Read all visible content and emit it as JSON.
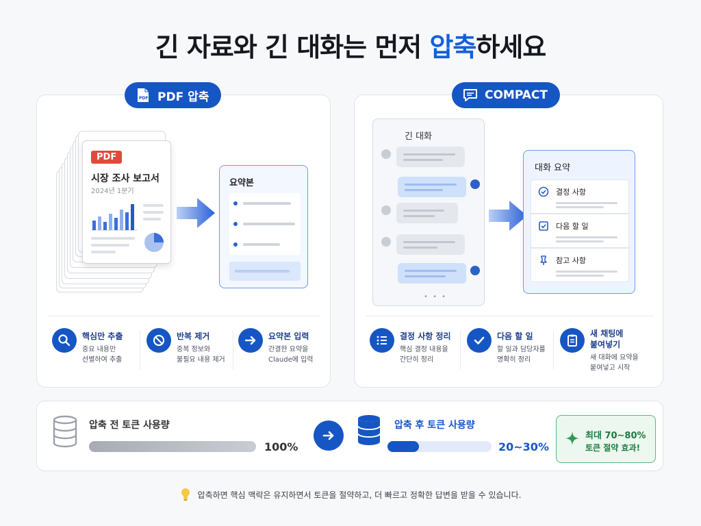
{
  "title": {
    "prefix": "긴 자료와 긴 대화는 먼저 ",
    "accent": "압축",
    "suffix": "하세요"
  },
  "colors": {
    "accent": "#1460d8",
    "pill": "#1656c4",
    "pdf_tag": "#e04a3a",
    "success": "#1e7a3f"
  },
  "pdf_panel": {
    "pill_label": "PDF 압축",
    "pill_icon": "pdf-file-icon",
    "doc": {
      "tag": "PDF",
      "title": "시장 조사 보고서",
      "subtitle": "2024년 1분기"
    },
    "summary_title": "요약본",
    "features": [
      {
        "icon": "search-icon",
        "title": "핵심만 추출",
        "desc1": "중요 내용만",
        "desc2": "선별하여 추출"
      },
      {
        "icon": "ban-icon",
        "title": "반복 제거",
        "desc1": "중복 정보와",
        "desc2": "불필요 내용 제거"
      },
      {
        "icon": "arrow-right-icon",
        "title": "요약본 입력",
        "desc1": "간결한 요약을",
        "desc2": "Claude에 입력"
      }
    ]
  },
  "compact_panel": {
    "pill_label": "COMPACT",
    "pill_icon": "chat-icon",
    "chat_title": "긴 대화",
    "summary_title": "대화 요약",
    "summary_items": [
      {
        "icon": "check-circle-icon",
        "label": "결정 사항"
      },
      {
        "icon": "checkbox-icon",
        "label": "다음 할 일"
      },
      {
        "icon": "pin-icon",
        "label": "참고 사항"
      }
    ],
    "features": [
      {
        "icon": "list-icon",
        "title": "결정 사항 정리",
        "desc1": "핵심 결정 내용을",
        "desc2": "간단히 정리"
      },
      {
        "icon": "check-icon",
        "title": "다음 할 일",
        "desc1": "할 일과 담당자를",
        "desc2": "명확히 정리"
      },
      {
        "icon": "clipboard-icon",
        "title": "새 채팅에",
        "title2": "붙여넣기",
        "desc1": "새 대화에 요약을",
        "desc2": "붙여넣고 시작"
      }
    ]
  },
  "usage": {
    "before_label": "압축 전 토큰 사용량",
    "before_value": "100%",
    "before_fill": 1.0,
    "after_label": "압축 후 토큰 사용량",
    "after_value": "20~30%",
    "after_fill": 0.3,
    "save_line1": "최대 70~80%",
    "save_line2": "토큰 절약 효과!"
  },
  "tip": {
    "icon": "lightbulb-icon",
    "text": "압축하면 핵심 맥락은 유지하면서 토큰을 절약하고, 더 빠르고 정확한 답변을 받을 수 있습니다."
  }
}
